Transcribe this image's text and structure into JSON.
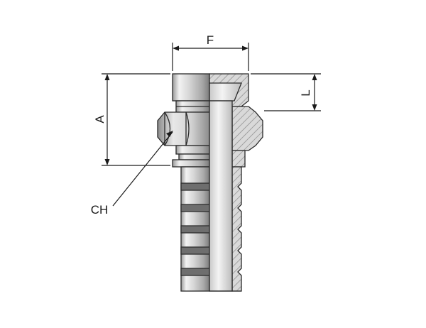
{
  "labels": {
    "dim_f": "F",
    "dim_a": "A",
    "dim_l": "L",
    "dim_ch": "CH"
  },
  "colors": {
    "line": "#1a1a1a",
    "steel_light": "#e6e6e6",
    "steel_mid": "#bdbdbd",
    "steel_dark": "#7a7a7a",
    "hatch": "#8a8a8a"
  }
}
